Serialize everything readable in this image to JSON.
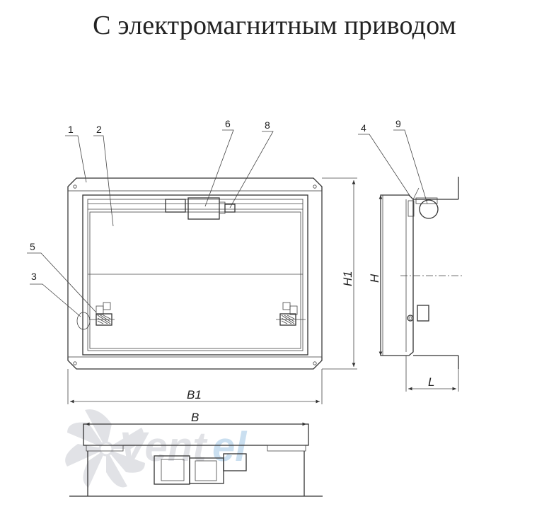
{
  "title": "С электромагнитным приводом",
  "callouts": [
    "1",
    "2",
    "3",
    "4",
    "5",
    "6",
    "8",
    "9"
  ],
  "dimensions": {
    "h1": "H1",
    "h": "H",
    "b1": "B1",
    "b": "B",
    "l": "L"
  },
  "watermark": {
    "text": "Vent",
    "accent": "el",
    "colors": {
      "grey": "#c9ccd2",
      "blue": "#9fc6e4"
    }
  }
}
